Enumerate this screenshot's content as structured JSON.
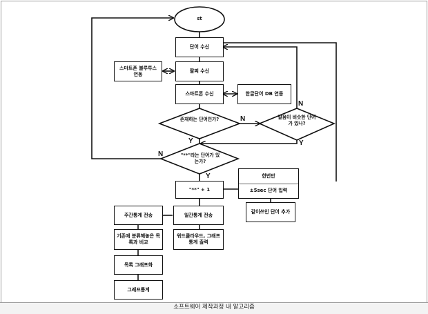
{
  "diagram": {
    "caption": "소프트웨어 제작과정 내 알고리즘",
    "nodes": {
      "start": "st",
      "receive_word": "단어 수신",
      "receive_pulse": "팔찌 수신",
      "bluetooth": "스마트폰 블루투스 연동",
      "receive_phone": "스마트폰 수신",
      "korean_db": "한글단어 DB 연동",
      "exists_word": "존재하는 단어인가?",
      "similar_word": "발음이 비슷한 단어가 있나?",
      "has_word": "\"**\"라는 단어가 있는가?",
      "increment": "\"**\" + 1",
      "screen_only_top": "한번만",
      "screen_only_bottom": "±5sec 단어 입력",
      "add_together": "같이쓰인 단어 추가",
      "daily_stats": "일간통계 전송",
      "weekly_stats": "주간통계 전송",
      "wordcloud": "워드클라우드, 그래프 통계 출력",
      "compare_list": "기존에 분류해놓은 목록과 비교",
      "list_graph": "목록 그래프화",
      "graph_stats": "그래프통계"
    },
    "edge_labels": {
      "yes": "Y",
      "no": "N"
    },
    "colors": {
      "line": "#111111",
      "frame": "#9a9a9a",
      "caption_bg": "#f3f3f3"
    }
  }
}
